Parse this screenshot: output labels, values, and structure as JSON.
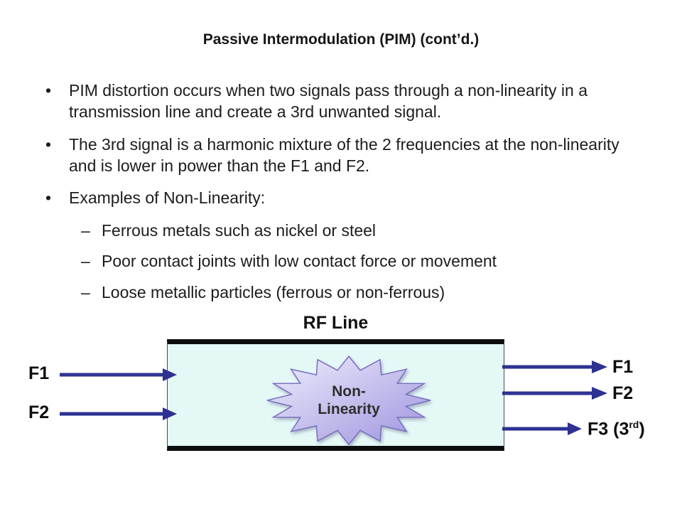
{
  "slide": {
    "title": "Passive Intermodulation (PIM) (cont’d.)",
    "bullet_char": "•",
    "dash_char": "–",
    "bullets": [
      {
        "text": "PIM distortion occurs when two signals pass through a non-linearity in a transmission line and create a 3rd unwanted signal."
      },
      {
        "text": "The 3rd signal is a harmonic mixture of the 2 frequencies at the non-linearity and is lower in power than the F1 and F2."
      },
      {
        "text": "Examples of Non-Linearity:"
      },
      {
        "text": "Ferrous metals such as nickel or steel"
      },
      {
        "text": "Poor contact joints with low contact force or movement"
      },
      {
        "text": "Loose metallic particles (ferrous or non-ferrous)"
      }
    ]
  },
  "diagram": {
    "rf_line_label": "RF Line",
    "star": {
      "line1": "Non-",
      "line2": "Linearity"
    },
    "inputs": {
      "f1": "F1",
      "f2": "F2"
    },
    "outputs": {
      "f1": "F1",
      "f2": "F2",
      "f3_main": "F3 (3",
      "f3_sup": "rd",
      "f3_close": ")"
    },
    "colors": {
      "arrow": "#2e3192",
      "box_fill": "#e4f8f6",
      "star_gradient_light": "#efeefc",
      "star_gradient_dark": "#9d93de",
      "star_border": "#7a6fc0"
    }
  }
}
